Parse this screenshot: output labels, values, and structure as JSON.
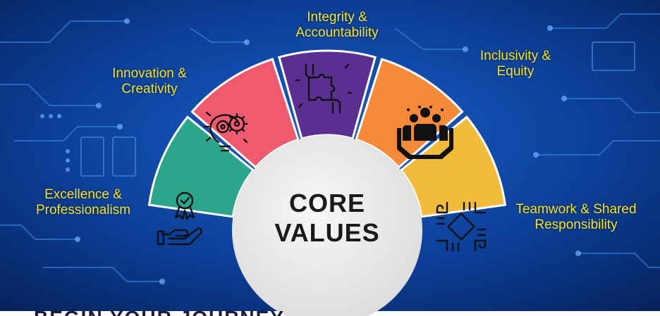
{
  "title": {
    "line1": "CORE",
    "line2": "VALUES"
  },
  "values": [
    {
      "id": "excellence",
      "label": "Excellence &\nProfessionalism",
      "icon": "award-hand-icon",
      "color": "#2ba68d"
    },
    {
      "id": "innovation",
      "label": "Innovation &\nCreativity",
      "icon": "lightbulb-gears-icon",
      "color": "#ef5a6f"
    },
    {
      "id": "integrity",
      "label": "Integrity &\nAccountability",
      "icon": "puzzle-hands-icon",
      "color": "#5b2f91"
    },
    {
      "id": "inclusivity",
      "label": "Inclusivity &\nEquity",
      "icon": "group-hands-icon",
      "color": "#f58a3a"
    },
    {
      "id": "teamwork",
      "label": "Teamwork & Shared\nResponsibility",
      "icon": "linked-hands-icon",
      "color": "#f2bc3a"
    }
  ],
  "footer_text": "BEGIN YOUR JOURNEY",
  "colors": {
    "background": "#0a3a8a",
    "label_text": "#f6e51f",
    "center_fill": "#ececec"
  }
}
